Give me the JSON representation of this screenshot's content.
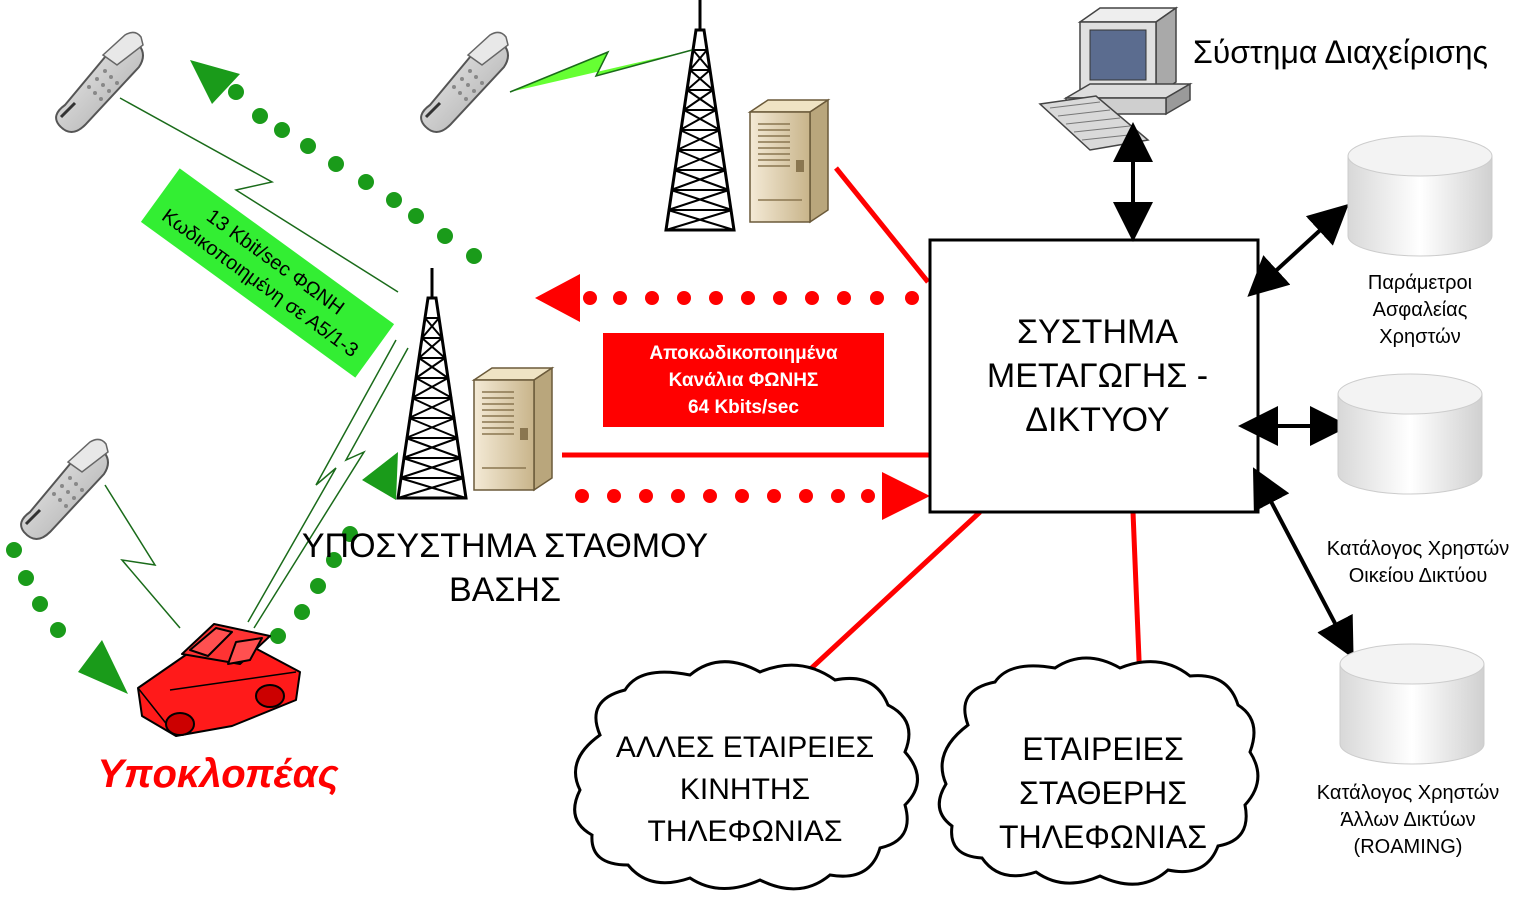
{
  "diagram": {
    "switching_system": {
      "lines": [
        "ΣΥΣΤΗΜΑ",
        "ΜΕΤΑΓΩΓΗΣ -",
        "ΔΙΚΤΥΟΥ"
      ]
    },
    "management_system": "Σύστημα Διαχείρισης",
    "base_station_subsystem": {
      "lines": [
        "ΥΠΟΣΥΣΤΗΜΑ ΣΤΑΘΜΟΥ",
        "ΒΑΣΗΣ"
      ]
    },
    "databases": [
      {
        "lines": [
          "Παράμετροι",
          "Ασφαλείας",
          "Χρηστών"
        ]
      },
      {
        "lines": [
          "Κατάλογος Χρηστών",
          "Οικείου Δικτύου"
        ]
      },
      {
        "lines": [
          "Κατάλογος Χρηστών",
          "Άλλων Δικτύων",
          "(ROAMING)"
        ]
      }
    ],
    "clouds": [
      {
        "lines": [
          "ΑΛΛΕΣ ΕΤΑΙΡΕΙΕΣ",
          "ΚΙΝΗΤΗΣ",
          "ΤΗΛΕΦΩΝΙΑΣ"
        ]
      },
      {
        "lines": [
          "ΕΤΑΙΡΕΙΕΣ",
          "ΣΤΑΘΕΡΗΣ",
          "ΤΗΛΕΦΩΝΙΑΣ"
        ]
      }
    ],
    "decoded_channels_box": {
      "lines": [
        "Αποκωδικοποιημένα",
        "Κανάλια ΦΩΝΗΣ",
        "64 Kbits/sec"
      ]
    },
    "encrypted_voice_box": {
      "lines": [
        "13 Kbit/sec ΦΩΝΗ",
        "Κωδικοποιημένη σε Α5/1-3"
      ]
    },
    "interceptor_label": "Υποκλοπέας",
    "colors": {
      "red": "#ff0000",
      "green_dots": "#1a9b1a",
      "green_box": "#33ee33",
      "lightning": "#33ff33"
    },
    "icons": [
      "mobile-phone-icon",
      "radio-tower-icon",
      "server-rack-icon",
      "computer-icon",
      "database-cylinder-icon",
      "cloud-icon",
      "car-icon"
    ]
  }
}
